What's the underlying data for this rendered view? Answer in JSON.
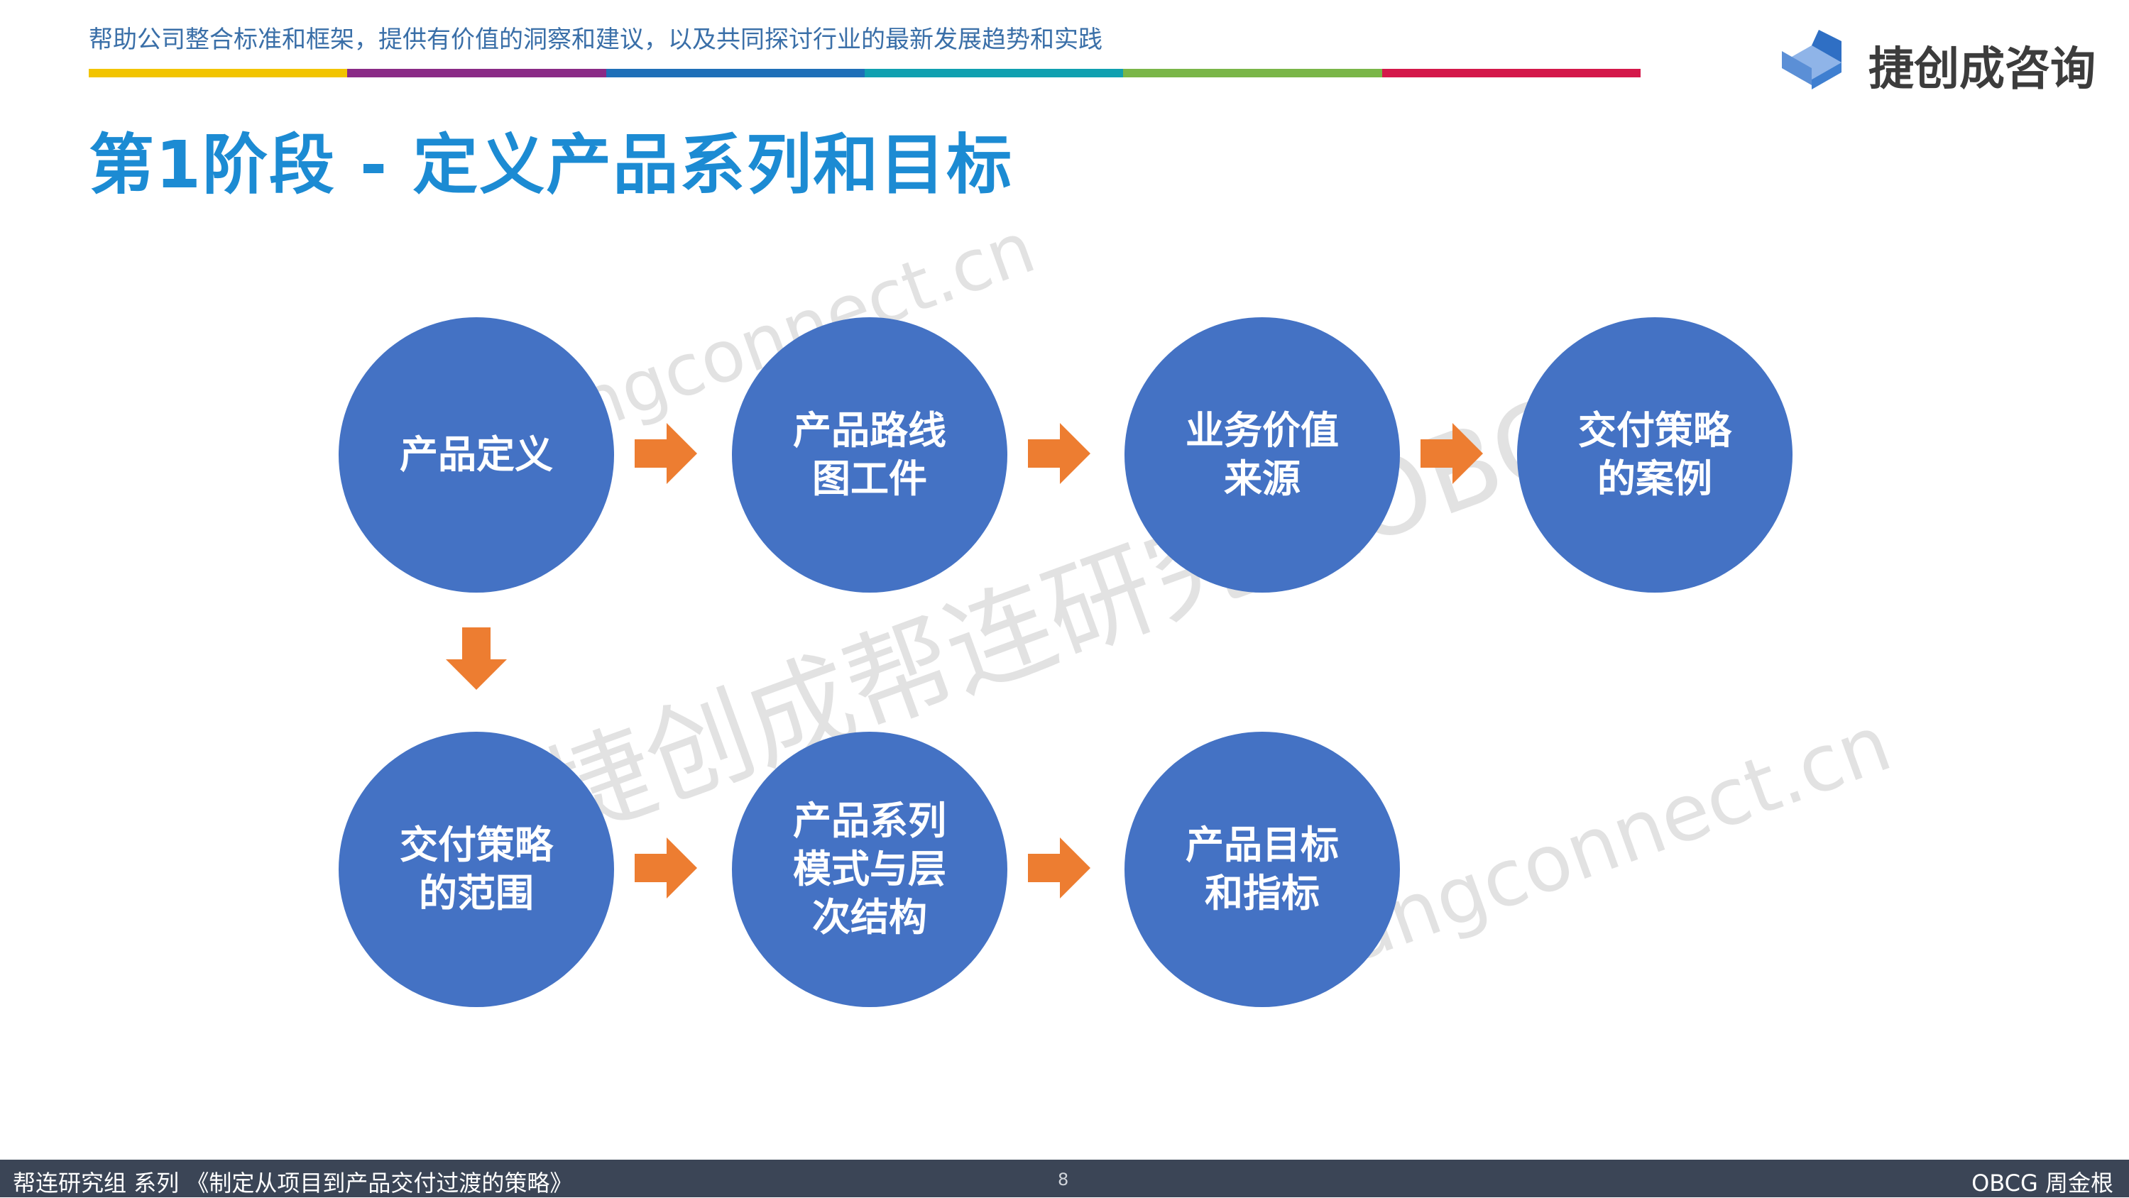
{
  "header": {
    "tagline": "帮助公司整合标准和框架，提供有价值的洞察和建议，以及共同探讨行业的最新发展趋势和实践",
    "color_bar": [
      "#f2c400",
      "#8a2a86",
      "#1e6fb8",
      "#10a0b0",
      "#7ab648",
      "#d4184a"
    ],
    "logo_text": "捷创成咨询"
  },
  "title": "第1阶段 - 定义产品系列和目标",
  "watermarks": [
    "bangconnect.cn",
    "捷创成帮连研究组OBCG",
    "bangconnect.cn"
  ],
  "diagram": {
    "node_color": "#4472c4",
    "arrow_color": "#ed7d31",
    "nodes": [
      {
        "id": "n1",
        "label": "产品定义"
      },
      {
        "id": "n2",
        "label": "产品路线图工件"
      },
      {
        "id": "n3",
        "label": "业务价值来源"
      },
      {
        "id": "n4",
        "label": "交付策略的案例"
      },
      {
        "id": "n5",
        "label": "交付策略的范围"
      },
      {
        "id": "n6",
        "label": "产品系列模式与层次结构"
      },
      {
        "id": "n7",
        "label": "产品目标和指标"
      }
    ],
    "edges": [
      {
        "from": "n1",
        "to": "n2"
      },
      {
        "from": "n2",
        "to": "n3"
      },
      {
        "from": "n3",
        "to": "n4"
      },
      {
        "from": "n1",
        "to": "n5"
      },
      {
        "from": "n5",
        "to": "n6"
      },
      {
        "from": "n6",
        "to": "n7"
      }
    ]
  },
  "footer": {
    "left": "帮连研究组 系列 《制定从项目到产品交付过渡的策略》",
    "page": "8",
    "right": "OBCG 周金根"
  }
}
